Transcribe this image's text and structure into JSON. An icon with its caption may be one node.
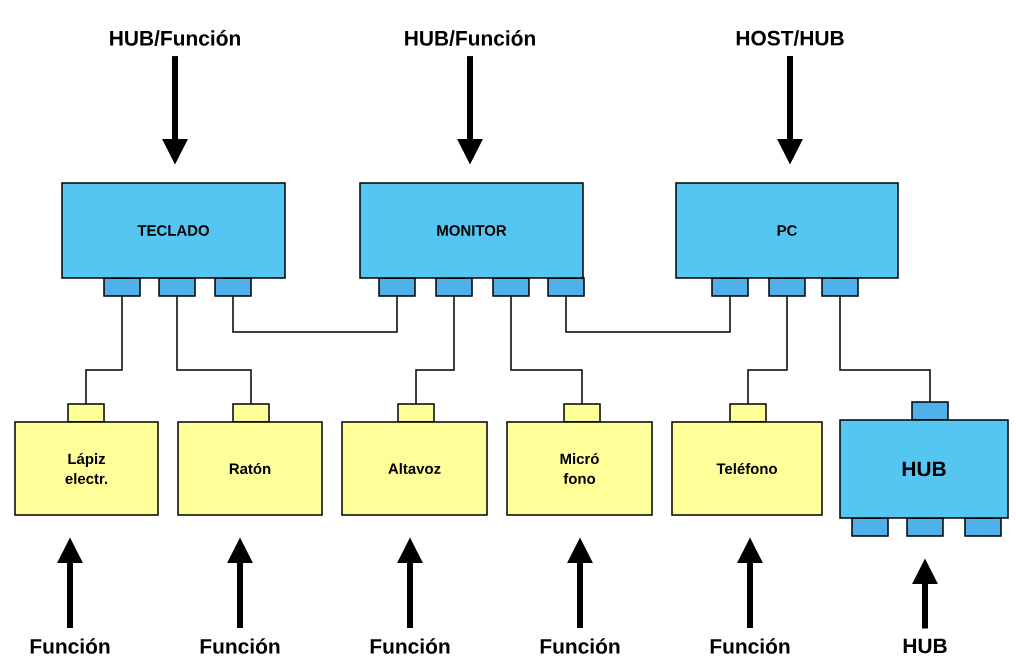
{
  "diagram": {
    "nodes": [
      {
        "text": [
          "HUB/Función"
        ]
      },
      {
        "text": [
          "HUB/Función"
        ]
      },
      {
        "text": [
          "HOST/HUB"
        ]
      },
      {
        "text": [
          "TECLADO"
        ]
      },
      {
        "text": [
          "MONITOR"
        ]
      },
      {
        "text": [
          "PC"
        ]
      },
      {
        "text": [
          "Lápiz electr."
        ]
      },
      {
        "text": [
          "Ratón"
        ]
      },
      {
        "text": [
          "Altavoz"
        ]
      },
      {
        "text": [
          "Micró fono"
        ]
      },
      {
        "text": [
          "Teléfono"
        ]
      },
      {
        "text": [
          "HUB"
        ]
      },
      {
        "text": [
          "Función"
        ]
      },
      {
        "text": [
          "Función"
        ]
      },
      {
        "text": [
          "Función"
        ]
      },
      {
        "text": [
          "Función"
        ]
      },
      {
        "text": [
          "Función"
        ]
      },
      {
        "text": [
          "HUB"
        ]
      }
    ],
    "edges": [
      {
        "from": 0,
        "to": 3,
        "arrow": "to"
      },
      {
        "from": 1,
        "to": 4,
        "arrow": "to"
      },
      {
        "from": 2,
        "to": 5,
        "arrow": "to"
      },
      {
        "from": 3,
        "to": 6,
        "arrow": "none"
      },
      {
        "from": 3,
        "to": 7,
        "arrow": "none"
      },
      {
        "from": 3,
        "to": 4,
        "arrow": "none"
      },
      {
        "from": 4,
        "to": 8,
        "arrow": "none"
      },
      {
        "from": 4,
        "to": 9,
        "arrow": "none"
      },
      {
        "from": 4,
        "to": 5,
        "arrow": "none"
      },
      {
        "from": 5,
        "to": 10,
        "arrow": "none"
      },
      {
        "from": 5,
        "to": 11,
        "arrow": "none"
      },
      {
        "from": 12,
        "to": 6,
        "arrow": "to"
      },
      {
        "from": 13,
        "to": 7,
        "arrow": "to"
      },
      {
        "from": 14,
        "to": 8,
        "arrow": "to"
      },
      {
        "from": 15,
        "to": 9,
        "arrow": "to"
      },
      {
        "from": 16,
        "to": 10,
        "arrow": "to"
      },
      {
        "from": 17,
        "to": 11,
        "arrow": "to"
      }
    ]
  }
}
